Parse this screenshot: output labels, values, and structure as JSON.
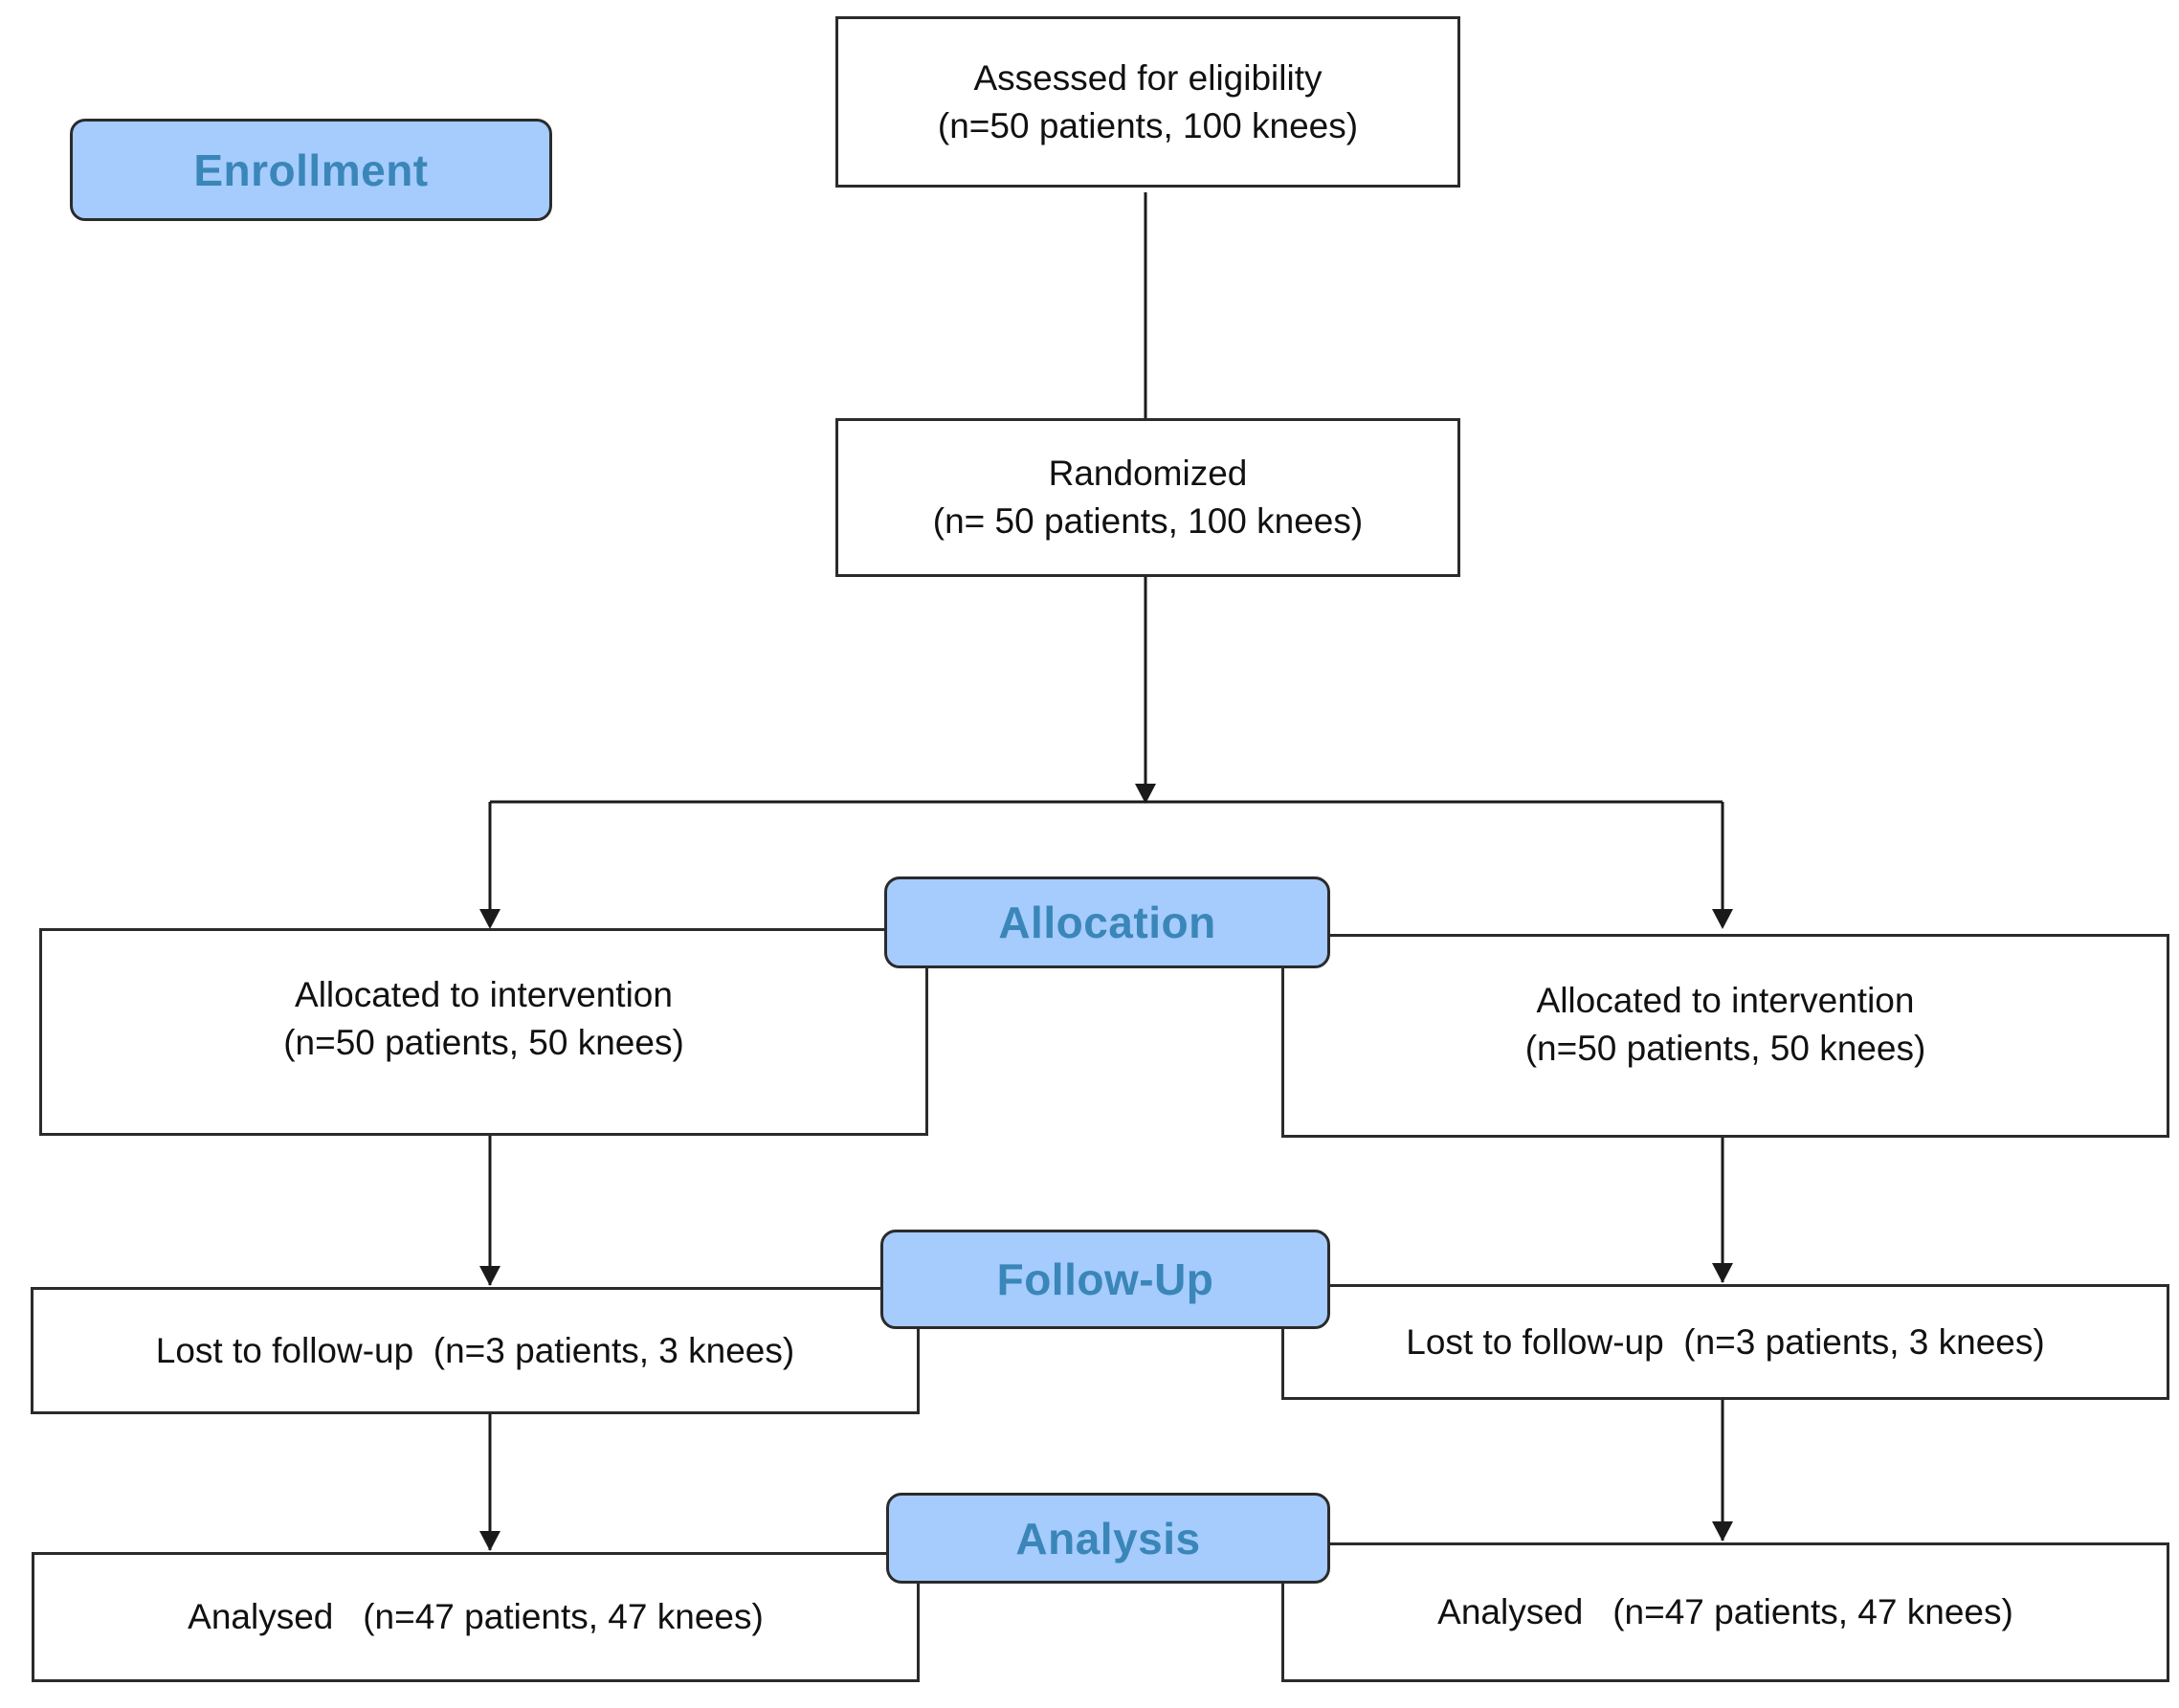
{
  "colors": {
    "stage_fill": "#a6cbfd",
    "stage_text": "#3a86b8",
    "box_border": "#2b2b2b",
    "line": "#1a1a1a"
  },
  "stages": {
    "enrollment": "Enrollment",
    "allocation": "Allocation",
    "follow_up": "Follow-Up",
    "analysis": "Analysis"
  },
  "boxes": {
    "assessed": {
      "line1": "Assessed for eligibility",
      "line2": "(n=50 patients, 100 knees)"
    },
    "randomized": {
      "line1": "Randomized",
      "line2": "(n= 50 patients, 100 knees)"
    },
    "allocated_left": {
      "line1": "Allocated to intervention",
      "line2": "(n=50 patients, 50 knees)"
    },
    "allocated_right": {
      "line1": "Allocated to intervention",
      "line2": "(n=50 patients, 50 knees)"
    },
    "lost_left": {
      "line1": "Lost to follow-up  (n=3 patients, 3 knees)"
    },
    "lost_right": {
      "line1": "Lost to follow-up  (n=3 patients, 3 knees)"
    },
    "analysed_left": {
      "line1": "Analysed   (n=47 patients, 47 knees)"
    },
    "analysed_right": {
      "line1": "Analysed   (n=47 patients, 47 knees)"
    }
  }
}
